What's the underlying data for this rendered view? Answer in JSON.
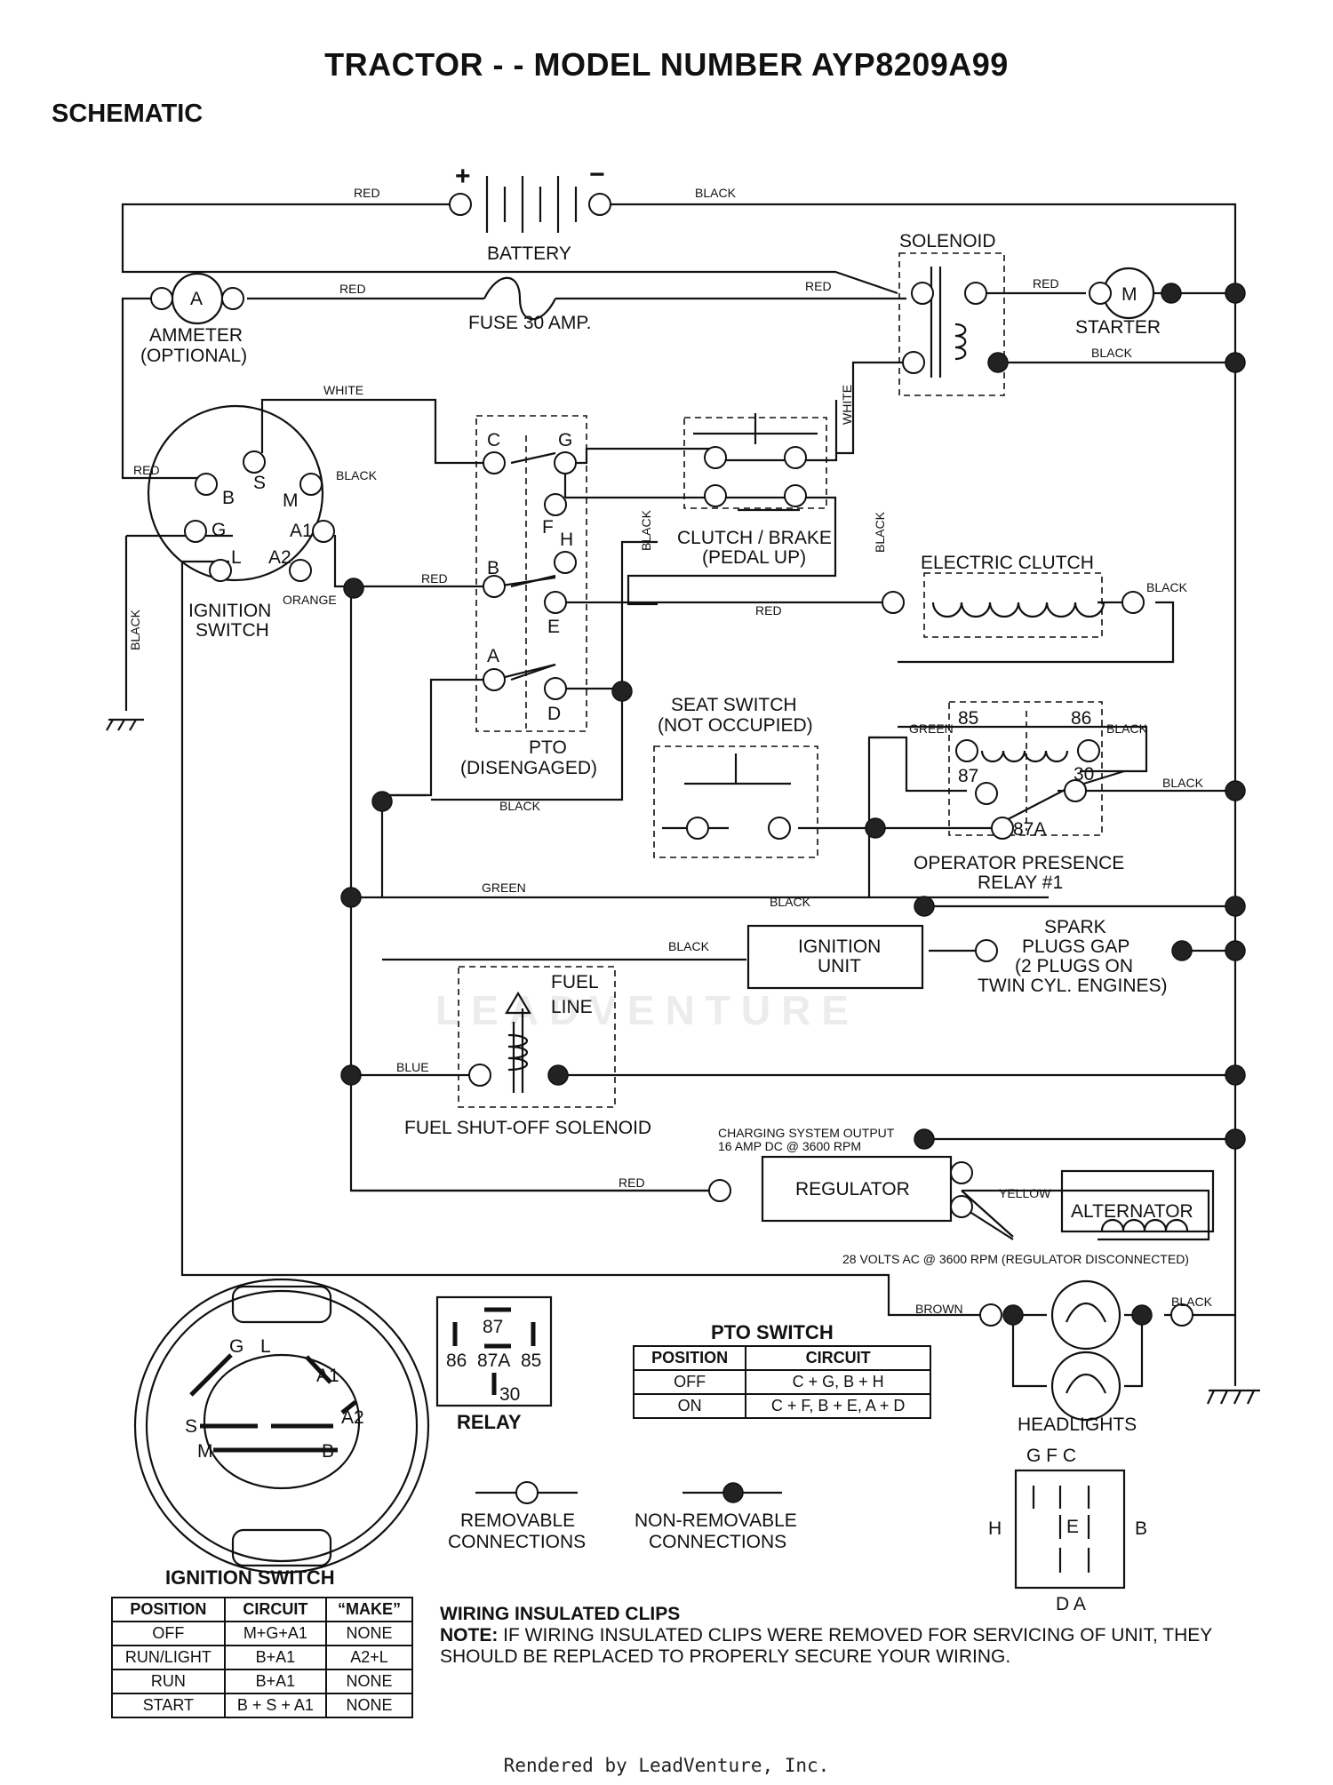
{
  "title": "TRACTOR - - MODEL NUMBER AYP8209A99",
  "subtitle": "SCHEMATIC",
  "watermark": "LEADVENTURE",
  "components": {
    "battery": "BATTERY",
    "solenoid": "SOLENOID",
    "starter": "STARTER",
    "starter_symbol": "M",
    "ammeter_symbol": "A",
    "ammeter": "AMMETER",
    "ammeter_optional": "(OPTIONAL)",
    "fuse": "FUSE 30 AMP.",
    "ignition_switch_1": "IGNITION",
    "ignition_switch_2": "SWITCH",
    "pto": "PTO",
    "pto_state": "(DISENGAGED)",
    "clutch_brake": "CLUTCH / BRAKE",
    "clutch_brake_state": "(PEDAL UP)",
    "electric_clutch": "ELECTRIC CLUTCH",
    "seat_switch": "SEAT SWITCH",
    "seat_switch_state": "(NOT OCCUPIED)",
    "relay_name": "OPERATOR PRESENCE",
    "relay_num": "RELAY #1",
    "ignition_unit_1": "IGNITION",
    "ignition_unit_2": "UNIT",
    "spark_1": "SPARK",
    "spark_2": "PLUGS GAP",
    "spark_3": "(2 PLUGS ON",
    "spark_4": "TWIN CYL. ENGINES)",
    "fuel_line_1": "FUEL",
    "fuel_line_2": "LINE",
    "fuel_solenoid": "FUEL SHUT-OFF SOLENOID",
    "charging_1": "CHARGING SYSTEM OUTPUT",
    "charging_2": "16 AMP DC @ 3600 RPM",
    "regulator": "REGULATOR",
    "alternator": "ALTERNATOR",
    "alternator_note": "28 VOLTS AC @ 3600 RPM (REGULATOR DISCONNECTED)",
    "headlights": "HEADLIGHTS",
    "plus": "+",
    "minus": "−"
  },
  "terminals": {
    "ign": [
      "B",
      "S",
      "M",
      "G",
      "A1",
      "L",
      "A2"
    ],
    "pto": [
      "C",
      "G",
      "F",
      "H",
      "B",
      "E",
      "A",
      "D"
    ],
    "relay": [
      "85",
      "86",
      "87",
      "30",
      "87A"
    ]
  },
  "wires": {
    "red": "RED",
    "black": "BLACK",
    "white": "WHITE",
    "orange": "ORANGE",
    "green": "GREEN",
    "blue": "BLUE",
    "brown": "BROWN",
    "yellow": "YELLOW"
  },
  "relay_legend": {
    "title": "RELAY",
    "pins": [
      "87",
      "87A",
      "86",
      "85",
      "30"
    ]
  },
  "pto_switch": {
    "title": "PTO SWITCH",
    "headers": [
      "POSITION",
      "CIRCUIT"
    ],
    "rows": [
      [
        "OFF",
        "C + G, B + H"
      ],
      [
        "ON",
        "C + F, B + E, A + D"
      ]
    ]
  },
  "legend": {
    "removable_1": "REMOVABLE",
    "removable_2": "CONNECTIONS",
    "nonremovable_1": "NON-REMOVABLE",
    "nonremovable_2": "CONNECTIONS"
  },
  "pto_pinout": {
    "top": "G  F  C",
    "left": "H",
    "right": "B",
    "center": "E",
    "bottom": "D  A"
  },
  "ignition_face": {
    "labels": [
      "G",
      "L",
      "A1",
      "S",
      "A2",
      "M",
      "B"
    ]
  },
  "ignition_switch_table": {
    "title": "IGNITION SWITCH",
    "headers": [
      "POSITION",
      "CIRCUIT",
      "“MAKE”"
    ],
    "rows": [
      [
        "OFF",
        "M+G+A1",
        "NONE"
      ],
      [
        "RUN/LIGHT",
        "B+A1",
        "A2+L"
      ],
      [
        "RUN",
        "B+A1",
        "NONE"
      ],
      [
        "START",
        "B + S + A1",
        "NONE"
      ]
    ]
  },
  "note": {
    "heading": "WIRING INSULATED CLIPS",
    "label": "NOTE:",
    "text": " IF WIRING INSULATED CLIPS WERE REMOVED FOR SERVICING OF UNIT, THEY SHOULD BE REPLACED TO PROPERLY SECURE YOUR WIRING."
  },
  "footer": "Rendered by LeadVenture, Inc."
}
